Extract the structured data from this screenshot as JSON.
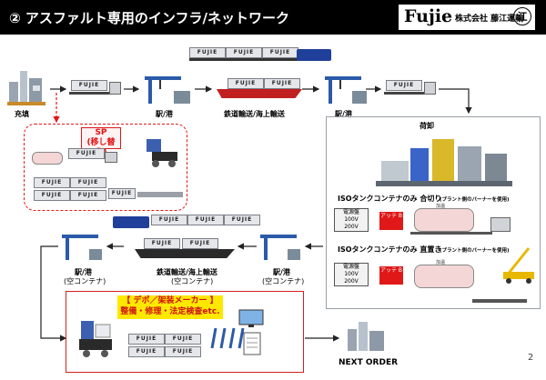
{
  "header": {
    "title": "② アスファルト専用のインフラ/ネットワーク"
  },
  "logo": {
    "brand": "Fujie",
    "company": "株式会社 藤江運輸",
    "mark": "江"
  },
  "container_text": "FUJIE",
  "flow_labels": {
    "fill": "充填",
    "station_port_1": "駅/港",
    "rail_sea_1": "鉄道輸送/海上輸送",
    "station_port_2": "駅/港",
    "unloading": "荷卸",
    "station_port_return_left": "駅/港",
    "station_port_return_left_sub": "(空コンテナ)",
    "rail_sea_return": "鉄道輸送/海上輸送",
    "rail_sea_return_sub": "(空コンテナ)",
    "station_port_return_right": "駅/港",
    "station_port_return_right_sub": "(空コンテナ)",
    "next_order": "NEXT ORDER"
  },
  "sp_box": {
    "title": "SP",
    "subtitle": "(移し替え)"
  },
  "unloading_box": {
    "iso_1_main": "ISOタンクコンテナのみ 合切り",
    "iso_1_note": "(プラント側のバーナーを使用)",
    "iso_2_main": "ISOタンクコンテナのみ 直置き",
    "iso_2_note": "(プラント側のバーナーを使用)",
    "panel_title": "電源盤",
    "panel_v1": "100V",
    "panel_v2": "200V",
    "red_box_label": "アッテ\nB",
    "tank_label": "加温"
  },
  "depot_box": {
    "line1": "【 デポ／架装メーカー 】",
    "line2": "整備・修理・法定検査etc."
  },
  "page_number": "2"
}
